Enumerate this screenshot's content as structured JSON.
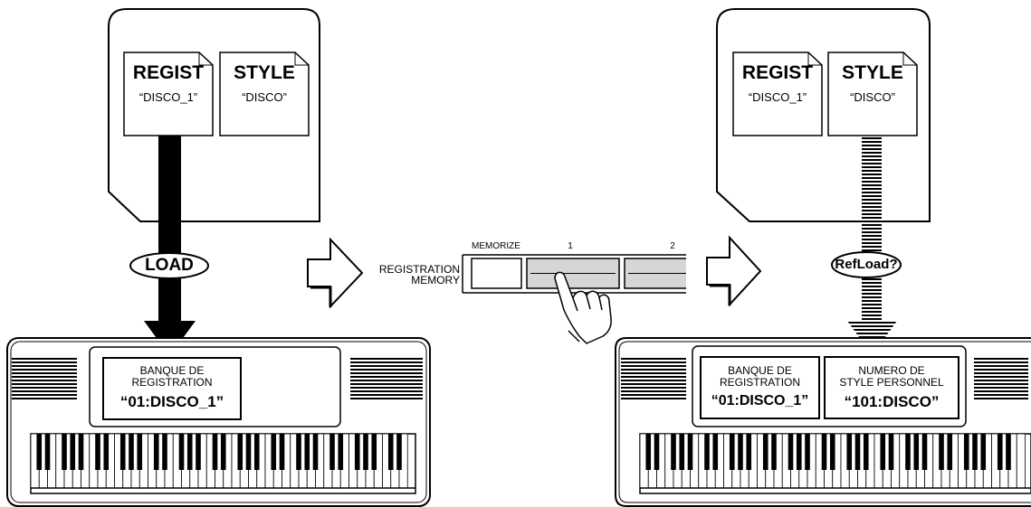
{
  "left": {
    "documents": [
      {
        "title": "REGIST",
        "name": "“DISCO_1”"
      },
      {
        "title": "STYLE",
        "name": "“DISCO”"
      }
    ],
    "action": "LOAD",
    "display": {
      "label_line1": "BANQUE DE",
      "label_line2": "REGISTRATION",
      "value": "“01:DISCO_1”"
    }
  },
  "panel": {
    "memorize_label": "MEMORIZE",
    "button1_label": "1",
    "button2_label": "2",
    "section_line1": "REGISTRATION",
    "section_line2": "MEMORY"
  },
  "right": {
    "documents": [
      {
        "title": "REGIST",
        "name": "“DISCO_1”"
      },
      {
        "title": "STYLE",
        "name": "“DISCO”"
      }
    ],
    "action": "RefLoad?",
    "display_regist": {
      "label_line1": "BANQUE DE",
      "label_line2": "REGISTRATION",
      "value": "“01:DISCO_1”"
    },
    "display_style": {
      "label_line1": "NUMERO DE",
      "label_line2": "STYLE PERSONNEL",
      "value": "“101:DISCO”"
    }
  }
}
